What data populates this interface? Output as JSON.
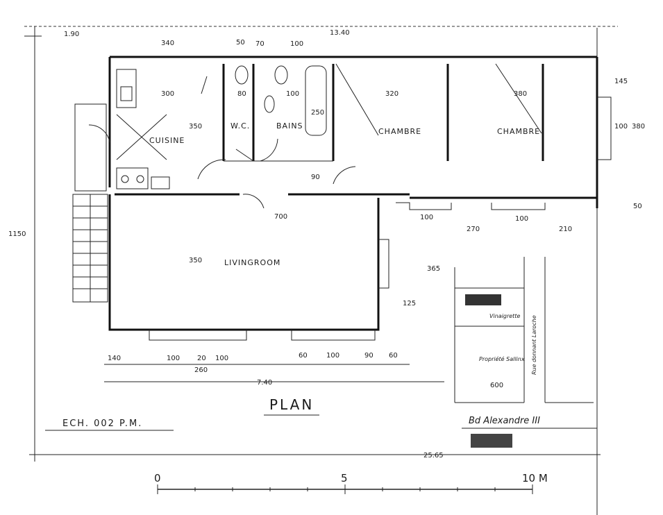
{
  "title": "PLAN",
  "scale_note": "ECH. 002 P.M.",
  "rooms": {
    "cuisine": "CUISINE",
    "wc": "W.C.",
    "bains": "BAINS",
    "chambre1": "CHAMBRE",
    "chambre2": "CHAMBRE",
    "living": "LIVINGROOM"
  },
  "dimensions": {
    "top_total": "13.40",
    "top_left": "1.90",
    "top_340": "340",
    "top_50": "50",
    "top_70": "70",
    "top_100": "100",
    "kitchen_w": "300",
    "kitchen_h": "350",
    "wc_w": "80",
    "bath_w": "100",
    "bath_250": "250",
    "ch1_w": "320",
    "ch2_w": "380",
    "right_145": "145",
    "right_380": "380",
    "right_100": "100",
    "right_50": "50",
    "left_total": "1150",
    "living_w": "700",
    "living_h": "350",
    "hall_90": "90",
    "b_100": "100",
    "b_270": "270",
    "b_210": "210",
    "b_100b": "100",
    "b_125": "125",
    "b_365": "365",
    "bot_140": "140",
    "bot_100a": "100",
    "bot_20": "20",
    "bot_100b": "100",
    "bot_260": "260",
    "bot_740": "7.40",
    "bot_60": "60",
    "bot_100c": "100",
    "bot_90": "90",
    "bot_60b": "60",
    "total_bottom": "25.65",
    "site_600": "600"
  },
  "site": {
    "street": "Bd Alexandre III",
    "vinaigrette": "Vinaigrette",
    "propriete": "Propriété Sallinx",
    "rue": "Rue donnant Laroche"
  },
  "scale_bar": {
    "labels": [
      "0",
      "5",
      "10 M"
    ]
  }
}
